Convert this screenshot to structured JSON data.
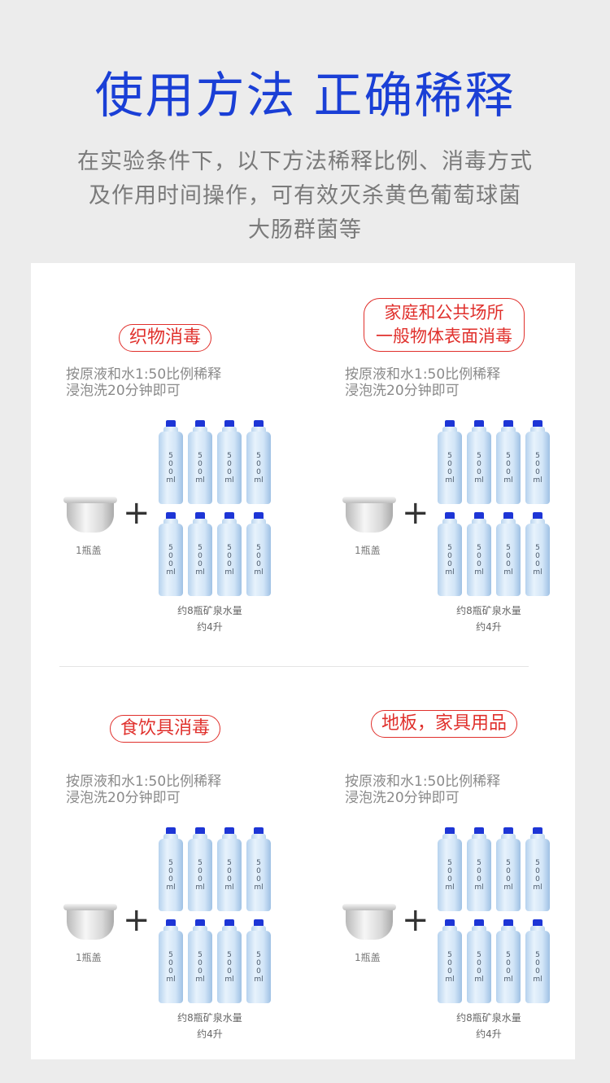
{
  "header": {
    "title": "使用方法  正确稀释",
    "description": [
      "在实验条件下，以下方法稀释比例、消毒方式",
      "及作用时间操作，可有效灭杀黄色葡萄球菌",
      "大肠群菌等"
    ]
  },
  "sections": [
    {
      "label_lines": [
        "织物消毒"
      ],
      "instructions": [
        "按原液和水1:50比例稀释",
        "浸泡洗20分钟即可"
      ],
      "cap_label": "1瓶盖",
      "bottle_text": [
        "5",
        "0",
        "0",
        "ml"
      ],
      "total_lines": [
        "约8瓶矿泉水量",
        "约4升"
      ]
    },
    {
      "label_lines": [
        "家庭和公共场所",
        "一般物体表面消毒"
      ],
      "instructions": [
        "按原液和水1:50比例稀释",
        "浸泡洗20分钟即可"
      ],
      "cap_label": "1瓶盖",
      "bottle_text": [
        "5",
        "0",
        "0",
        "ml"
      ],
      "total_lines": [
        "约8瓶矿泉水量",
        "约4升"
      ]
    },
    {
      "label_lines": [
        "食饮具消毒"
      ],
      "instructions": [
        "按原液和水1:50比例稀释",
        "浸泡洗20分钟即可"
      ],
      "cap_label": "1瓶盖",
      "bottle_text": [
        "5",
        "0",
        "0",
        "ml"
      ],
      "total_lines": [
        "约8瓶矿泉水量",
        "约4升"
      ]
    },
    {
      "label_lines": [
        "地板，家具用品"
      ],
      "instructions": [
        "按原液和水1:50比例稀释",
        "浸泡洗20分钟即可"
      ],
      "cap_label": "1瓶盖",
      "bottle_text": [
        "5",
        "0",
        "0",
        "ml"
      ],
      "total_lines": [
        "约8瓶矿泉水量",
        "约4升"
      ]
    }
  ],
  "colors": {
    "headline": "#1a3fd6",
    "label_red": "#e0302c",
    "bottle_cap": "#1d35d6"
  }
}
